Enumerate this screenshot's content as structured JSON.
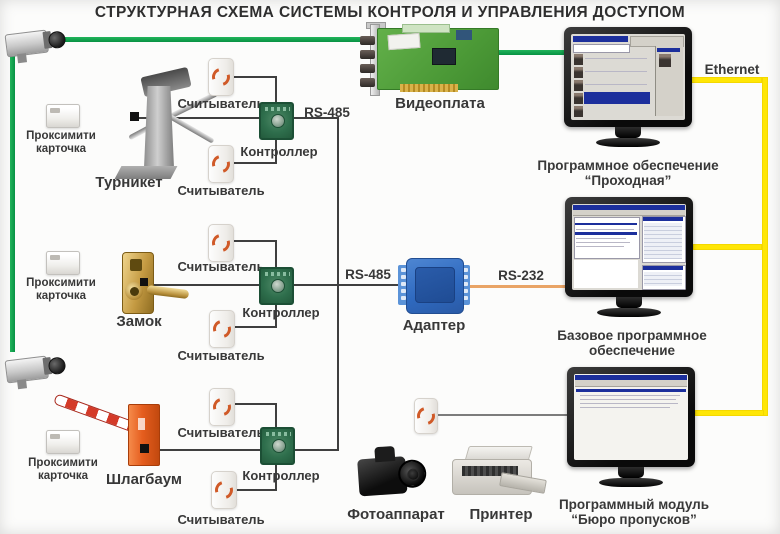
{
  "title": "СТРУКТУРНАЯ СХЕМА СИСТЕМЫ КОНТРОЛЯ И УПРАВЛЕНИЯ ДОСТУПОМ",
  "buses": {
    "ethernet": "Ethernet",
    "rs485": "RS-485",
    "rs232": "RS-232"
  },
  "devices": {
    "video_board": "Видеоплата",
    "adapter": "Адаптер",
    "turnstile": "Турникет",
    "lock": "Замок",
    "barrier": "Шлагбаум",
    "photo_camera": "Фотоаппарат",
    "printer": "Принтер",
    "proximity_card": "Проксимити\nкарточка",
    "reader": "Считыватель",
    "controller": "Контроллер"
  },
  "workstations": {
    "entrance": "Программное обеспечение\n“Проходная”",
    "base": "Базовое программное\nобеспечение",
    "pass_bureau": "Программный модуль\n“Бюро пропусков”"
  },
  "colors": {
    "video_line": "#0aa14b",
    "ethernet_line": "#ffe606",
    "rs232_line": "#e9a466",
    "rs485_line": "#3f3f3f",
    "reader_ring": "#d05a28"
  }
}
